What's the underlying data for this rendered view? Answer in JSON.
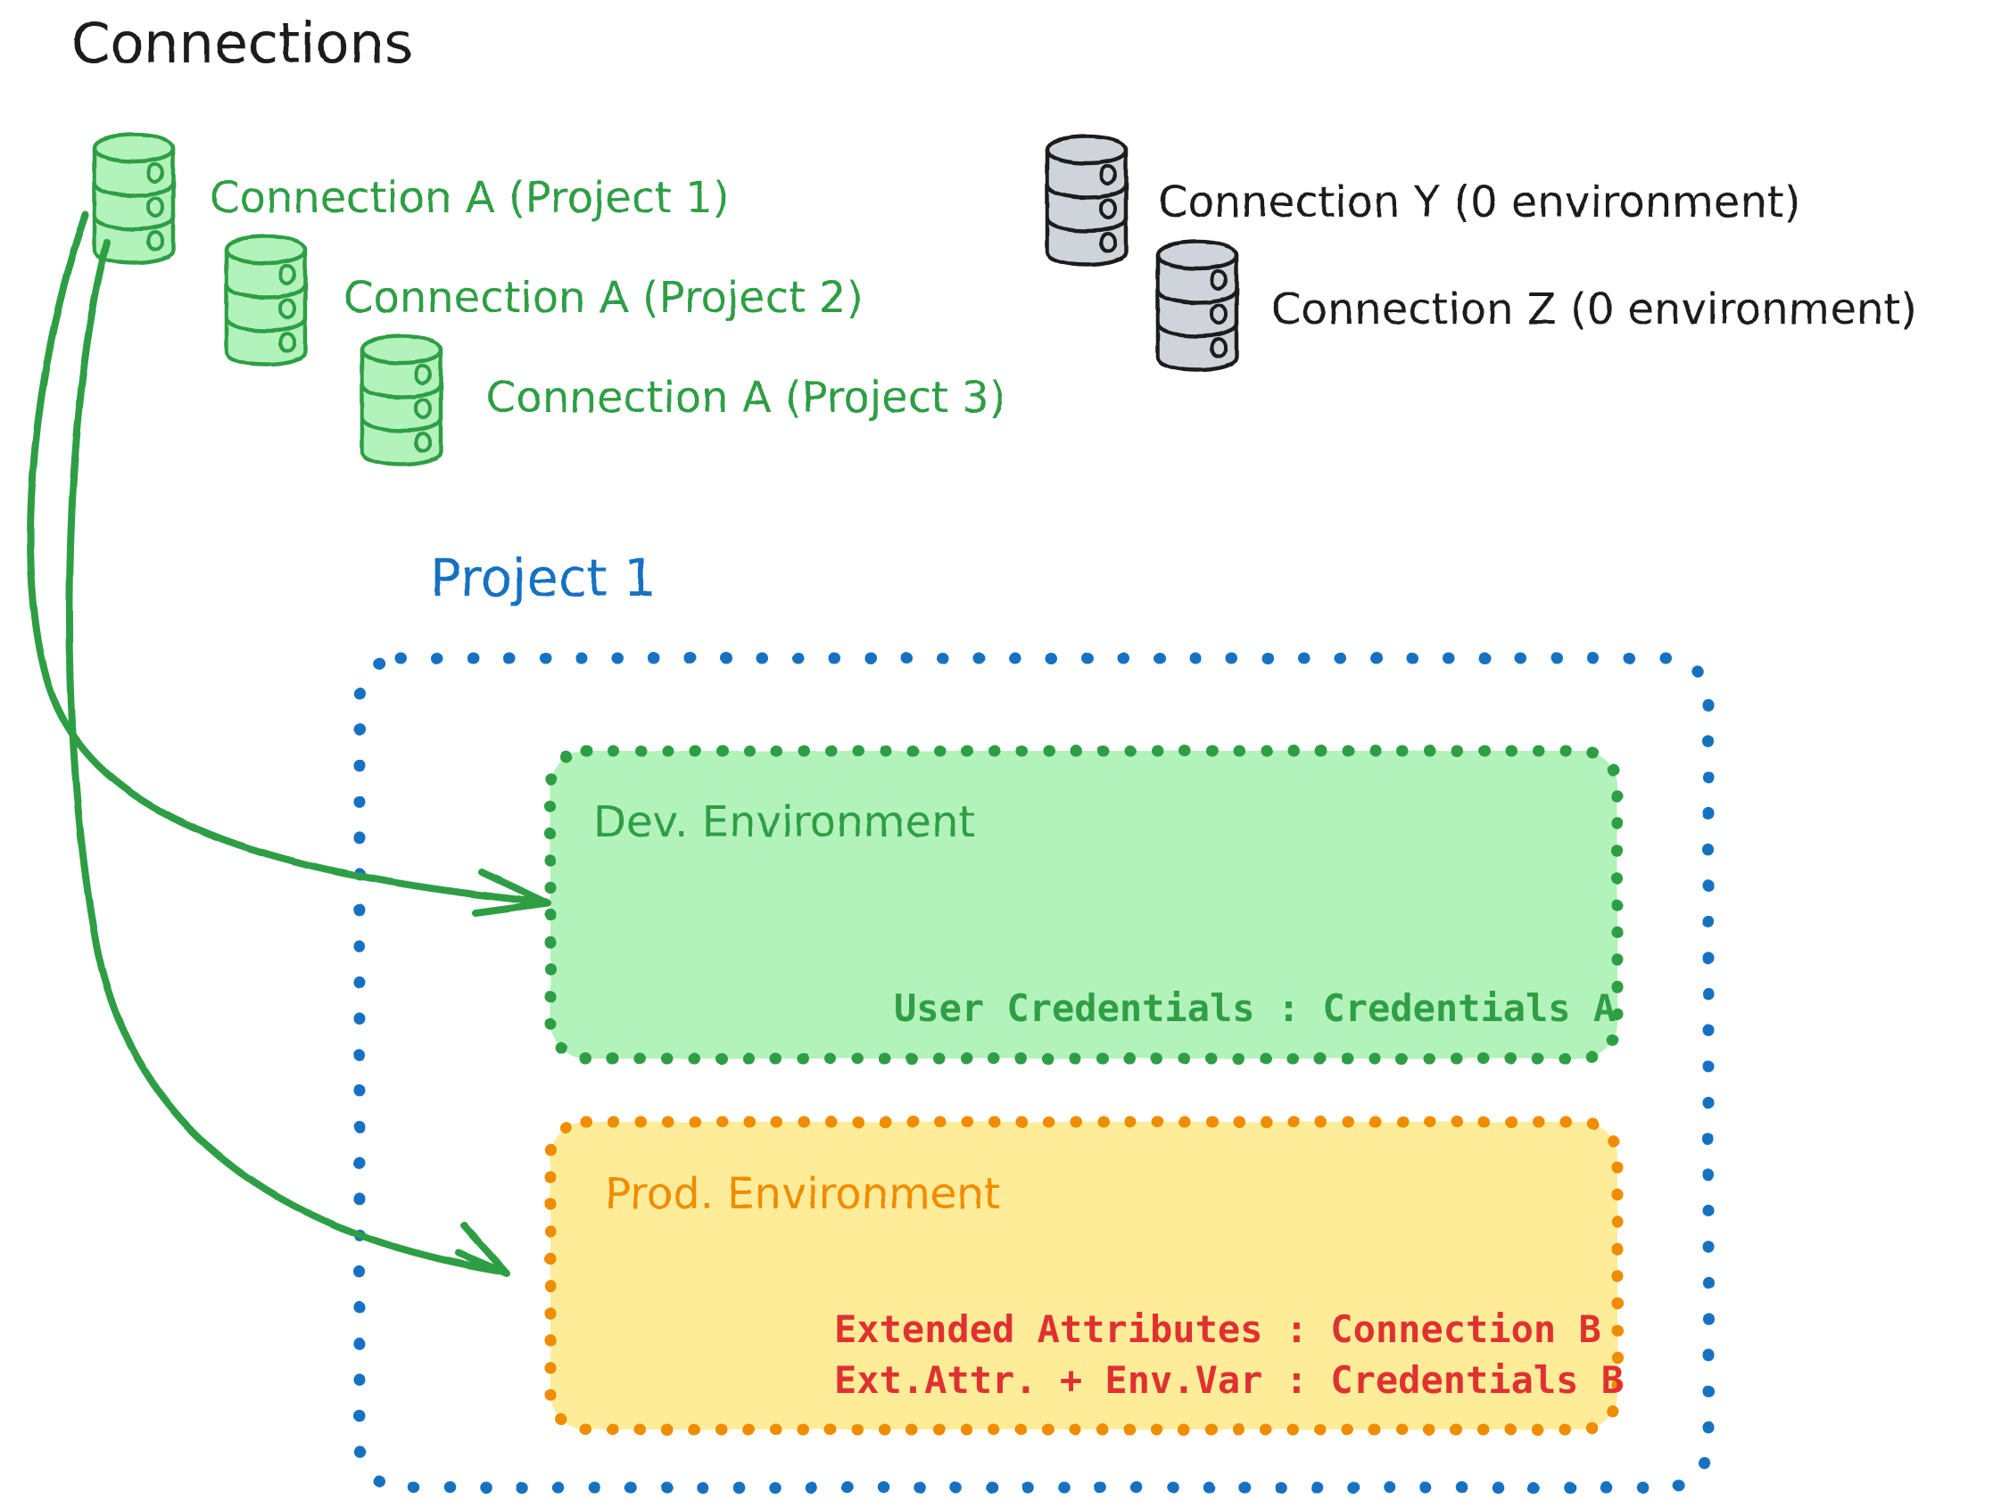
{
  "diagram": {
    "title": "Connections",
    "title_color": "#1e1e1e",
    "colors": {
      "green_stroke": "#2f9e44",
      "green_fill": "#b2f2bb",
      "gray_stroke": "#1e1e1e",
      "gray_fill": "#ced4da",
      "blue": "#1971c2",
      "orange_stroke": "#f08c00",
      "orange_fill": "#ffec99",
      "red": "#e03131",
      "black": "#1e1e1e"
    }
  },
  "connections": {
    "green": [
      {
        "label": "Connection A (Project 1)",
        "icon": "database-icon"
      },
      {
        "label": "Connection A (Project 2)",
        "icon": "database-icon"
      },
      {
        "label": "Connection A (Project 3)",
        "icon": "database-icon"
      }
    ],
    "gray": [
      {
        "label": "Connection Y (0 environment)",
        "icon": "database-icon"
      },
      {
        "label": "Connection Z (0 environment)",
        "icon": "database-icon"
      }
    ]
  },
  "project": {
    "label": "Project 1",
    "environments": [
      {
        "name": "Dev. Environment",
        "kind": "dev",
        "lines": [
          "User Credentials : Credentials A"
        ]
      },
      {
        "name": "Prod. Environment",
        "kind": "prod",
        "lines": [
          "Extended Attributes : Connection B",
          "Ext.Attr. + Env.Var : Credentials B"
        ]
      }
    ]
  },
  "arrows": [
    {
      "name": "arrow-connection-a-to-dev",
      "from": "Connection A (Project 1)",
      "to": "Dev. Environment"
    },
    {
      "name": "arrow-connection-a-to-prod",
      "from": "Connection A (Project 1)",
      "to": "Prod. Environment"
    }
  ]
}
